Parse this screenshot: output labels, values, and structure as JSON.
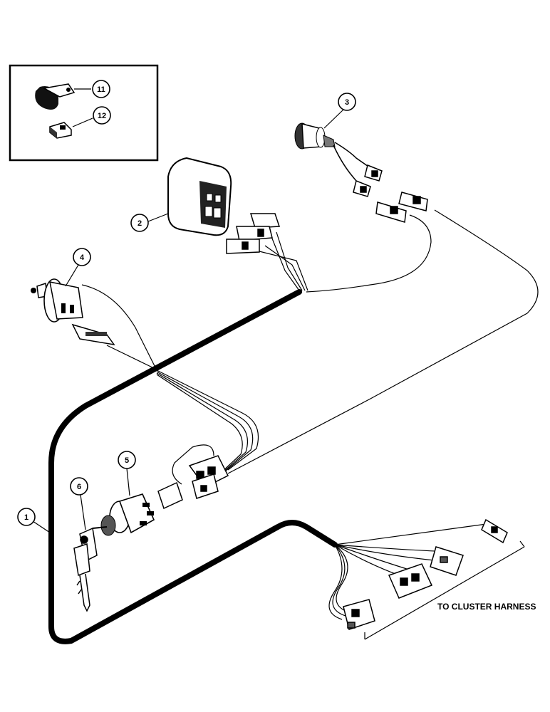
{
  "callouts": {
    "c1": "1",
    "c2": "2",
    "c3": "3",
    "c4": "4",
    "c5": "5",
    "c6": "6",
    "c11": "11",
    "c12": "12"
  },
  "labels": {
    "to_cluster_harness": "TO CLUSTER HARNESS"
  },
  "colors": {
    "ink": "#000000",
    "background": "#ffffff",
    "shade": "#555555"
  },
  "icons": {
    "inset": "clip-and-connector-detail",
    "part1": "wiring-harness",
    "part2": "relay-module",
    "part3": "sender-switch",
    "part4": "pressure-switch",
    "part5": "ignition-switch",
    "part6": "key-set"
  }
}
